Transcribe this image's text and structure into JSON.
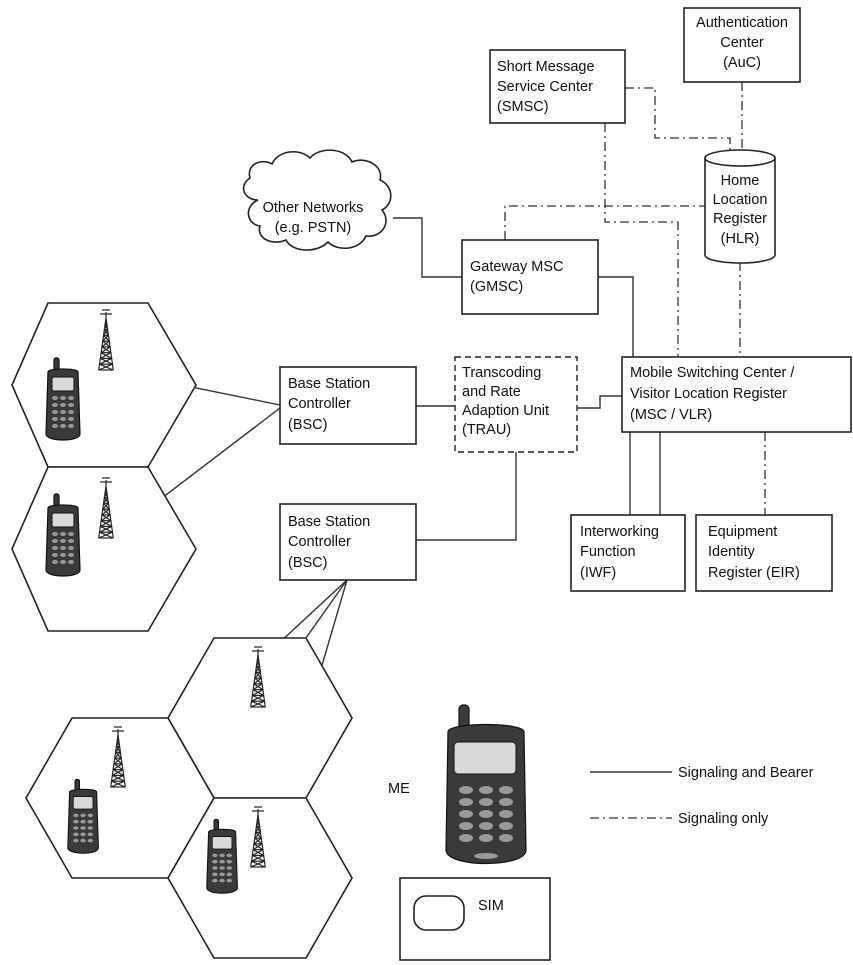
{
  "boxes": {
    "auc": [
      "Authentication",
      "Center",
      "(AuC)"
    ],
    "smsc": [
      "Short Message",
      "Service Center",
      "(SMSC)"
    ],
    "hlr": [
      "Home",
      "Location",
      "Register",
      "(HLR)"
    ],
    "other_networks": [
      "Other Networks",
      "(e.g. PSTN)"
    ],
    "gmsc": [
      "Gateway MSC",
      "(GMSC)"
    ],
    "msc_vlr": [
      "Mobile Switching Center /",
      "Visitor Location Register",
      "(MSC / VLR)"
    ],
    "trau": [
      "Transcoding",
      "and Rate",
      "Adaption Unit",
      "(TRAU)"
    ],
    "bsc1": [
      "Base Station",
      "Controller",
      "(BSC)"
    ],
    "bsc2": [
      "Base Station",
      "Controller",
      "(BSC)"
    ],
    "iwf": [
      "Interworking",
      "Function",
      "(IWF)"
    ],
    "eir": [
      "Equipment",
      "Identity",
      "Register (EIR)"
    ]
  },
  "device": {
    "me_label": "ME",
    "sim_label": "SIM"
  },
  "legend": {
    "solid_label": "Signaling and Bearer",
    "dashdot_label": "Signaling only"
  }
}
